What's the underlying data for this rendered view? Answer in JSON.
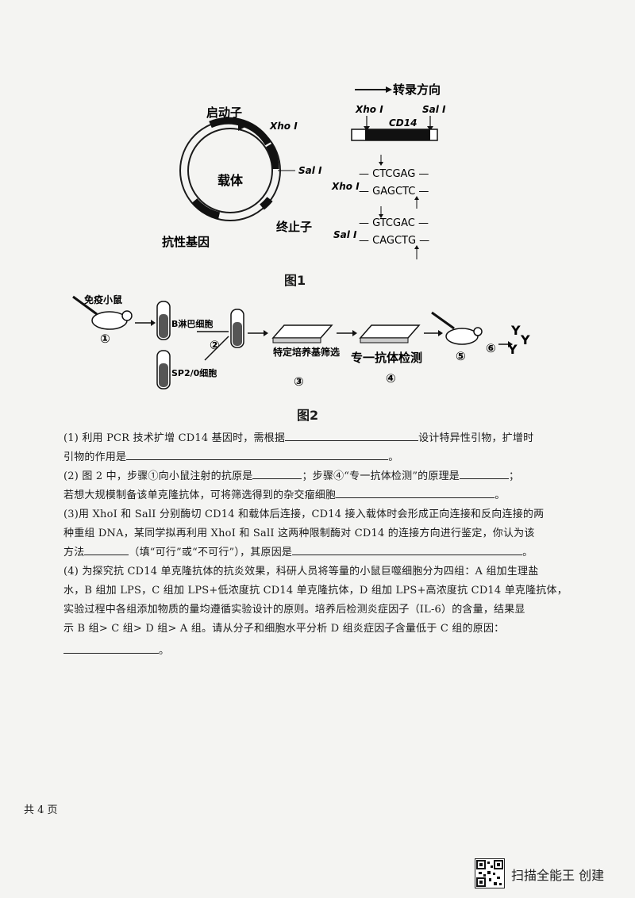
{
  "figure1": {
    "caption": "图1",
    "plasmid": {
      "center_label": "载体",
      "promoter": "启动子",
      "xhoi_site": "Xho I",
      "sali_site": "Sal I",
      "terminator": "终止子",
      "resistance_gene": "抗性基因"
    },
    "transcription_direction": "转录方向",
    "gene": {
      "label": "CD14",
      "left_site": "Xho I",
      "right_site": "Sal I"
    },
    "xhoi": {
      "name": "Xho I",
      "top_seq": "— CTCGAG —",
      "bottom_seq": "— GAGCTC —"
    },
    "sali": {
      "name": "Sal I",
      "top_seq": "— GTCGAC —",
      "bottom_seq": "— CAGCTG —"
    }
  },
  "figure2": {
    "caption": "图2",
    "immunize_mouse": "免疫小鼠",
    "b_cell": "B淋巴细胞",
    "sp20_cell": "SP2/0细胞",
    "selective_culture": "特定培养基筛选",
    "antibody_detection": "专一抗体检测",
    "steps": [
      "①",
      "②",
      "③",
      "④",
      "⑤",
      "⑥"
    ],
    "antibody_symbol": "Y"
  },
  "questions": {
    "q1_a": "(1) 利用 PCR 技术扩增 CD14 基因时，需根据",
    "q1_b": "设计特异性引物，扩增时",
    "q1_c": "引物的作用是",
    "q2_a": "(2) 图 2 中，步骤①向小鼠注射的抗原是",
    "q2_b": "；步骤④“专一抗体检测”的原理是",
    "q2_c": "若想大规模制备该单克隆抗体，可将筛选得到的杂交瘤细胞",
    "q3_a": "(3)用 XhoI 和 SalI 分别酶切 CD14 和载体后连接，CD14 接入载体时会形成正向连接和反向连接的两",
    "q3_b": "种重组 DNA，某同学拟再利用 XhoI 和 SalI 这两种限制酶对 CD14 的连接方向进行鉴定，你认为该",
    "q3_c": "方法",
    "q3_d": "（填“可行”或“不可行”），其原因是",
    "q4_a": "(4) 为探究抗 CD14 单克隆抗体的抗炎效果，科研人员将等量的小鼠巨噬细胞分为四组：A 组加生理盐",
    "q4_b": "水，B 组加 LPS，C 组加 LPS+低浓度抗 CD14 单克隆抗体，D 组加 LPS+高浓度抗 CD14 单克隆抗体，",
    "q4_c": "实验过程中各组添加物质的量均遵循实验设计的原则。培养后检测炎症因子（IL-6）的含量，结果显",
    "q4_d": "示 B 组> C 组> D 组> A 组。请从分子和细胞水平分析 D 组炎症因子含量低于 C 组的原因：",
    "period": "。",
    "colon": "；"
  },
  "footer": {
    "page": "共 4 页",
    "scanner": "扫描全能王 创建"
  }
}
